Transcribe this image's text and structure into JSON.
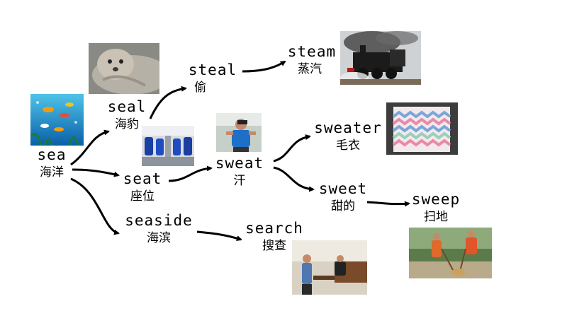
{
  "words": {
    "sea": {
      "en": "sea",
      "zh": "海洋"
    },
    "seal": {
      "en": "seal",
      "zh": "海豹"
    },
    "steal": {
      "en": "steal",
      "zh": "偷"
    },
    "steam": {
      "en": "steam",
      "zh": "蒸汽"
    },
    "seat": {
      "en": "seat",
      "zh": "座位"
    },
    "sweat": {
      "en": "sweat",
      "zh": "汗"
    },
    "sweater": {
      "en": "sweater",
      "zh": "毛衣"
    },
    "sweet": {
      "en": "sweet",
      "zh": "甜的"
    },
    "sweep": {
      "en": "sweep",
      "zh": "扫地"
    },
    "seaside": {
      "en": "seaside",
      "zh": "海滨"
    },
    "search": {
      "en": "search",
      "zh": "搜查"
    }
  },
  "edges": [
    [
      "sea",
      "seal"
    ],
    [
      "sea",
      "seat"
    ],
    [
      "sea",
      "seaside"
    ],
    [
      "seal",
      "steal"
    ],
    [
      "steal",
      "steam"
    ],
    [
      "seat",
      "sweat"
    ],
    [
      "sweat",
      "sweater"
    ],
    [
      "sweat",
      "sweet"
    ],
    [
      "sweet",
      "sweep"
    ],
    [
      "seaside",
      "search"
    ]
  ]
}
